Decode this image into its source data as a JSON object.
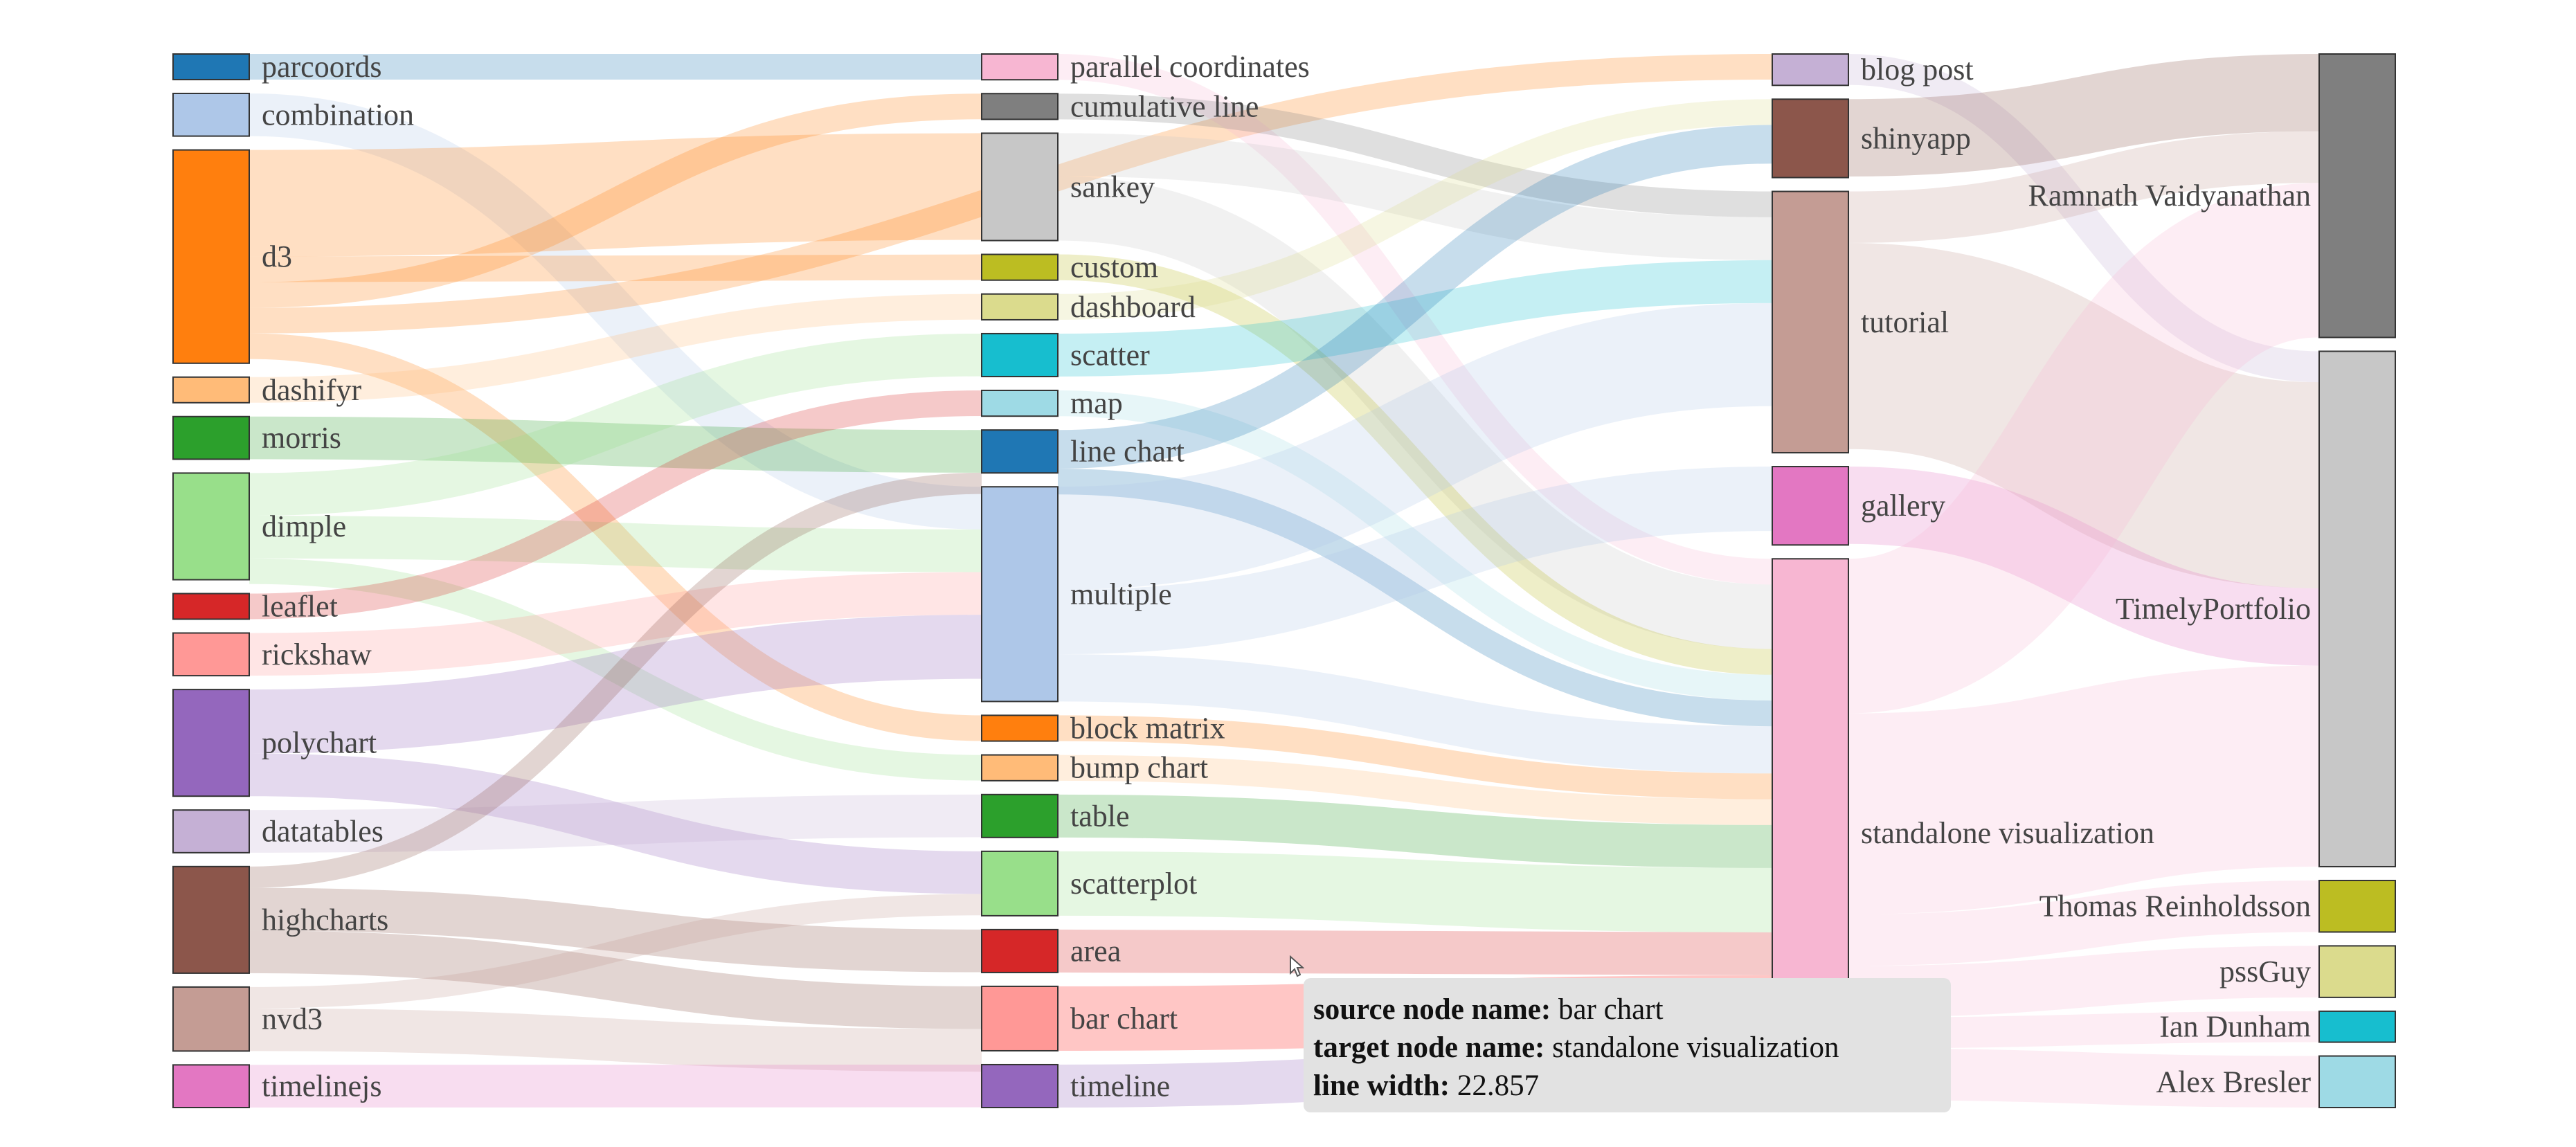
{
  "sankey": {
    "columns": [
      [
        {
          "name": "parcoords",
          "color": "#1f77b4",
          "value": 1.2
        },
        {
          "name": "combination",
          "color": "#aec7e8",
          "value": 2
        },
        {
          "name": "d3",
          "color": "#ff7f0e",
          "value": 10
        },
        {
          "name": "dashifyr",
          "color": "#ffbb78",
          "value": 1.2
        },
        {
          "name": "morris",
          "color": "#2ca02c",
          "value": 2
        },
        {
          "name": "dimple",
          "color": "#98df8a",
          "value": 5
        },
        {
          "name": "leaflet",
          "color": "#d62728",
          "value": 1.2
        },
        {
          "name": "rickshaw",
          "color": "#ff9896",
          "value": 2
        },
        {
          "name": "polychart",
          "color": "#9467bd",
          "value": 5
        },
        {
          "name": "datatables",
          "color": "#c5b0d5",
          "value": 2
        },
        {
          "name": "highcharts",
          "color": "#8c564b",
          "value": 5
        },
        {
          "name": "nvd3",
          "color": "#c49c94",
          "value": 3
        },
        {
          "name": "timelinejs",
          "color": "#e377c2",
          "value": 2
        }
      ],
      [
        {
          "name": "parallel coordinates",
          "color": "#f7b6d2",
          "value": 1.2
        },
        {
          "name": "cumulative line",
          "color": "#7f7f7f",
          "value": 1.2
        },
        {
          "name": "sankey",
          "color": "#c7c7c7",
          "value": 5
        },
        {
          "name": "custom",
          "color": "#bcbd22",
          "value": 1.2
        },
        {
          "name": "dashboard",
          "color": "#dbdb8d",
          "value": 1.2
        },
        {
          "name": "scatter",
          "color": "#17becf",
          "value": 2
        },
        {
          "name": "map",
          "color": "#9edae5",
          "value": 1.2
        },
        {
          "name": "line chart",
          "color": "#1f77b4",
          "value": 2
        },
        {
          "name": "multiple",
          "color": "#aec7e8",
          "value": 10
        },
        {
          "name": "block matrix",
          "color": "#ff7f0e",
          "value": 1.2
        },
        {
          "name": "bump chart",
          "color": "#ffbb78",
          "value": 1.2
        },
        {
          "name": "table",
          "color": "#2ca02c",
          "value": 2
        },
        {
          "name": "scatterplot",
          "color": "#98df8a",
          "value": 3
        },
        {
          "name": "area",
          "color": "#d62728",
          "value": 2
        },
        {
          "name": "bar chart",
          "color": "#ff9896",
          "value": 3
        },
        {
          "name": "timeline",
          "color": "#9467bd",
          "value": 2
        }
      ],
      [
        {
          "name": "blog post",
          "color": "#c5b0d5",
          "value": 1.2
        },
        {
          "name": "shinyapp",
          "color": "#8c564b",
          "value": 3
        },
        {
          "name": "tutorial",
          "color": "#c49c94",
          "value": 10
        },
        {
          "name": "gallery",
          "color": "#e377c2",
          "value": 3
        },
        {
          "name": "standalone visualization",
          "color": "#f7b6d2",
          "value": 21
        }
      ],
      [
        {
          "name": "Ramnath Vaidyanathan",
          "color": "#7f7f7f",
          "value": 11
        },
        {
          "name": "TimelyPortfolio",
          "color": "#c7c7c7",
          "value": 20
        },
        {
          "name": "Thomas Reinholdsson",
          "color": "#bcbd22",
          "value": 2
        },
        {
          "name": "pssGuy",
          "color": "#dbdb8d",
          "value": 2
        },
        {
          "name": "Ian Dunham",
          "color": "#17becf",
          "value": 1.2
        },
        {
          "name": "Alex Bresler",
          "color": "#9edae5",
          "value": 2
        }
      ]
    ],
    "links": [
      {
        "source": "parcoords",
        "target": "parallel coordinates",
        "value": 1.2
      },
      {
        "source": "combination",
        "target": "multiple",
        "value": 2
      },
      {
        "source": "d3",
        "target": "sankey",
        "value": 5
      },
      {
        "source": "d3",
        "target": "custom",
        "value": 1.2
      },
      {
        "source": "d3",
        "target": "cumulative line",
        "value": 1.2
      },
      {
        "source": "d3",
        "target": "blog post",
        "value": 1.2
      },
      {
        "source": "d3",
        "target": "block matrix",
        "value": 1.2
      },
      {
        "source": "dashifyr",
        "target": "dashboard",
        "value": 1.2
      },
      {
        "source": "morris",
        "target": "line chart",
        "value": 2
      },
      {
        "source": "dimple",
        "target": "scatter",
        "value": 2
      },
      {
        "source": "dimple",
        "target": "multiple",
        "value": 2
      },
      {
        "source": "dimple",
        "target": "bump chart",
        "value": 1.2
      },
      {
        "source": "leaflet",
        "target": "map",
        "value": 1.2
      },
      {
        "source": "rickshaw",
        "target": "multiple",
        "value": 2
      },
      {
        "source": "polychart",
        "target": "multiple",
        "value": 3
      },
      {
        "source": "polychart",
        "target": "scatterplot",
        "value": 2
      },
      {
        "source": "datatables",
        "target": "table",
        "value": 2
      },
      {
        "source": "highcharts",
        "target": "line chart",
        "value": 1
      },
      {
        "source": "highcharts",
        "target": "area",
        "value": 2
      },
      {
        "source": "highcharts",
        "target": "bar chart",
        "value": 2
      },
      {
        "source": "nvd3",
        "target": "scatterplot",
        "value": 1
      },
      {
        "source": "nvd3",
        "target": "bar chart",
        "value": 2
      },
      {
        "source": "timelinejs",
        "target": "timeline",
        "value": 2
      },
      {
        "source": "parallel coordinates",
        "target": "standalone visualization",
        "value": 1.2
      },
      {
        "source": "cumulative line",
        "target": "tutorial",
        "value": 1.2
      },
      {
        "source": "sankey",
        "target": "tutorial",
        "value": 2
      },
      {
        "source": "sankey",
        "target": "standalone visualization",
        "value": 3
      },
      {
        "source": "custom",
        "target": "standalone visualization",
        "value": 1.2
      },
      {
        "source": "dashboard",
        "target": "shinyapp",
        "value": 1.2
      },
      {
        "source": "scatter",
        "target": "tutorial",
        "value": 2
      },
      {
        "source": "map",
        "target": "standalone visualization",
        "value": 1.2
      },
      {
        "source": "line chart",
        "target": "shinyapp",
        "value": 1.8
      },
      {
        "source": "line chart",
        "target": "standalone visualization",
        "value": 1.2
      },
      {
        "source": "multiple",
        "target": "tutorial",
        "value": 4.8
      },
      {
        "source": "multiple",
        "target": "gallery",
        "value": 3
      },
      {
        "source": "multiple",
        "target": "standalone visualization",
        "value": 2.2
      },
      {
        "source": "block matrix",
        "target": "standalone visualization",
        "value": 1.2
      },
      {
        "source": "bump chart",
        "target": "standalone visualization",
        "value": 1.2
      },
      {
        "source": "table",
        "target": "standalone visualization",
        "value": 2
      },
      {
        "source": "scatterplot",
        "target": "standalone visualization",
        "value": 3
      },
      {
        "source": "area",
        "target": "standalone visualization",
        "value": 2
      },
      {
        "source": "bar chart",
        "target": "standalone visualization",
        "value": 3
      },
      {
        "source": "timeline",
        "target": "standalone visualization",
        "value": 2
      },
      {
        "source": "blog post",
        "target": "TimelyPortfolio",
        "value": 1.2
      },
      {
        "source": "shinyapp",
        "target": "Ramnath Vaidyanathan",
        "value": 3
      },
      {
        "source": "tutorial",
        "target": "Ramnath Vaidyanathan",
        "value": 2
      },
      {
        "source": "tutorial",
        "target": "TimelyPortfolio",
        "value": 8
      },
      {
        "source": "gallery",
        "target": "TimelyPortfolio",
        "value": 3
      },
      {
        "source": "standalone visualization",
        "target": "Ramnath Vaidyanathan",
        "value": 6
      },
      {
        "source": "standalone visualization",
        "target": "TimelyPortfolio",
        "value": 7.8
      },
      {
        "source": "standalone visualization",
        "target": "Thomas Reinholdsson",
        "value": 2
      },
      {
        "source": "standalone visualization",
        "target": "pssGuy",
        "value": 2
      },
      {
        "source": "standalone visualization",
        "target": "Ian Dunham",
        "value": 1.2
      },
      {
        "source": "standalone visualization",
        "target": "Alex Bresler",
        "value": 2
      }
    ],
    "labels_inside_column3": [
      "Ramnath Vaidyanathan",
      "TimelyPortfolio",
      "Thomas Reinholdsson",
      "pssGuy",
      "Ian Dunham",
      "Alex Bresler"
    ]
  },
  "tooltip": {
    "source_label": "source node name:",
    "source_value": "bar chart",
    "target_label": "target node name:",
    "target_value": "standalone visualization",
    "width_label": "line width:",
    "width_value": "22.857"
  }
}
